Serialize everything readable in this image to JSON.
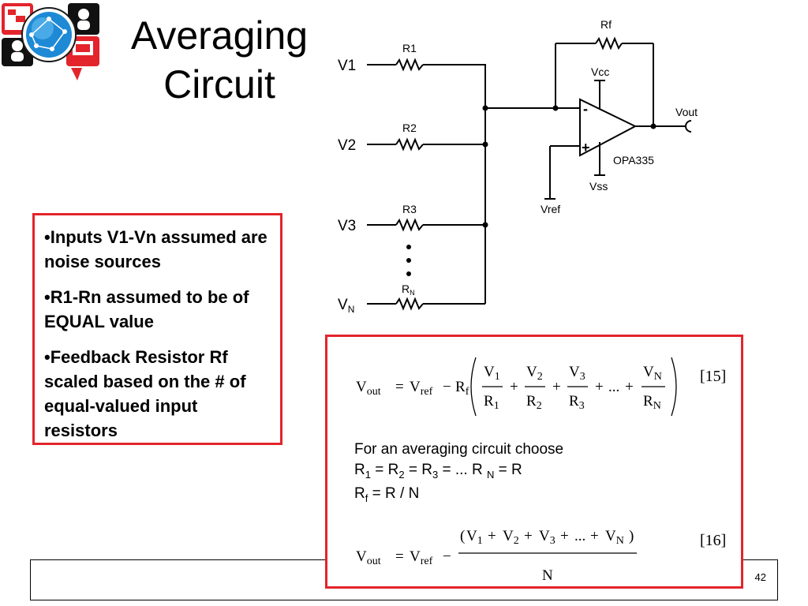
{
  "title": {
    "line1": "Averaging",
    "line2": "Circuit"
  },
  "bullets": [
    "•Inputs V1-Vn assumed are noise sources",
    "•R1-Rn assumed to be of EQUAL value",
    "•Feedback Resistor Rf scaled based on the # of equal-valued input resistors"
  ],
  "circuit": {
    "inputs": [
      "V1",
      "V2",
      "V3"
    ],
    "input_n_base": "V",
    "input_n_sub": "N",
    "resistors": [
      "R1",
      "R2",
      "R3"
    ],
    "resistor_n_base": "R",
    "resistor_n_sub": "N",
    "feedback": "Rf",
    "vcc": "Vcc",
    "vss": "Vss",
    "vref": "Vref",
    "vout": "Vout",
    "opamp": "OPA335",
    "minus": "-",
    "plus": "+"
  },
  "equations": {
    "eq15": {
      "lhs": "V",
      "lhs_sub": "out",
      "ref": "V",
      "ref_sub": "ref",
      "rf": "R",
      "rf_sub": "f",
      "terms": [
        {
          "num": "V",
          "num_sub": "1",
          "den": "R",
          "den_sub": "1"
        },
        {
          "num": "V",
          "num_sub": "2",
          "den": "R",
          "den_sub": "2"
        },
        {
          "num": "V",
          "num_sub": "3",
          "den": "R",
          "den_sub": "3"
        },
        {
          "num": "V",
          "num_sub": "N",
          "den": "R",
          "den_sub": "N"
        }
      ],
      "ellipsis": "...",
      "label": "[15]"
    },
    "note_line1": "For an averaging circuit choose",
    "note_line2": {
      "r1": "R",
      "s1": "1",
      "r2": " = R",
      "s2": "2",
      "r3": " = R",
      "s3": "3",
      "r4": " = ... R ",
      "s4": "N",
      "tail": " = R"
    },
    "note_line3": {
      "r": "R",
      "s": "f",
      "tail": " = R / N"
    },
    "eq16": {
      "numerator": [
        "V",
        "1",
        "V",
        "2",
        "V",
        "3",
        "...",
        "V",
        "N"
      ],
      "denominator": "N",
      "label": "[16]"
    }
  },
  "page_number": "42",
  "colors": {
    "accent": "#e3242b",
    "logo_blue": "#1e8ad6"
  }
}
